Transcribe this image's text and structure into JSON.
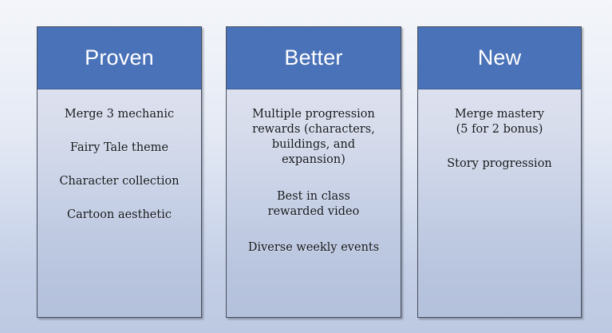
{
  "slide": {
    "background_top_color": "#f3f5fa",
    "background_bottom_color": "#bdc9e2"
  },
  "columns": [
    {
      "id": "proven",
      "title": "Proven",
      "header_color": "#4a72b8",
      "header_text_color": "#ffffff",
      "items": [
        "Merge 3 mechanic",
        "Fairy Tale theme",
        "Character collection",
        "Cartoon aesthetic"
      ]
    },
    {
      "id": "better",
      "title": "Better",
      "header_color": "#4a72b8",
      "header_text_color": "#ffffff",
      "items": [
        "Multiple progression\nrewards (characters,\nbuildings, and\nexpansion)",
        "Best in class\nrewarded video",
        "Diverse weekly events"
      ]
    },
    {
      "id": "new",
      "title": "New",
      "header_color": "#4a72b8",
      "header_text_color": "#ffffff",
      "items": [
        "Merge mastery\n(5 for 2 bonus)",
        "Story progression"
      ]
    }
  ]
}
